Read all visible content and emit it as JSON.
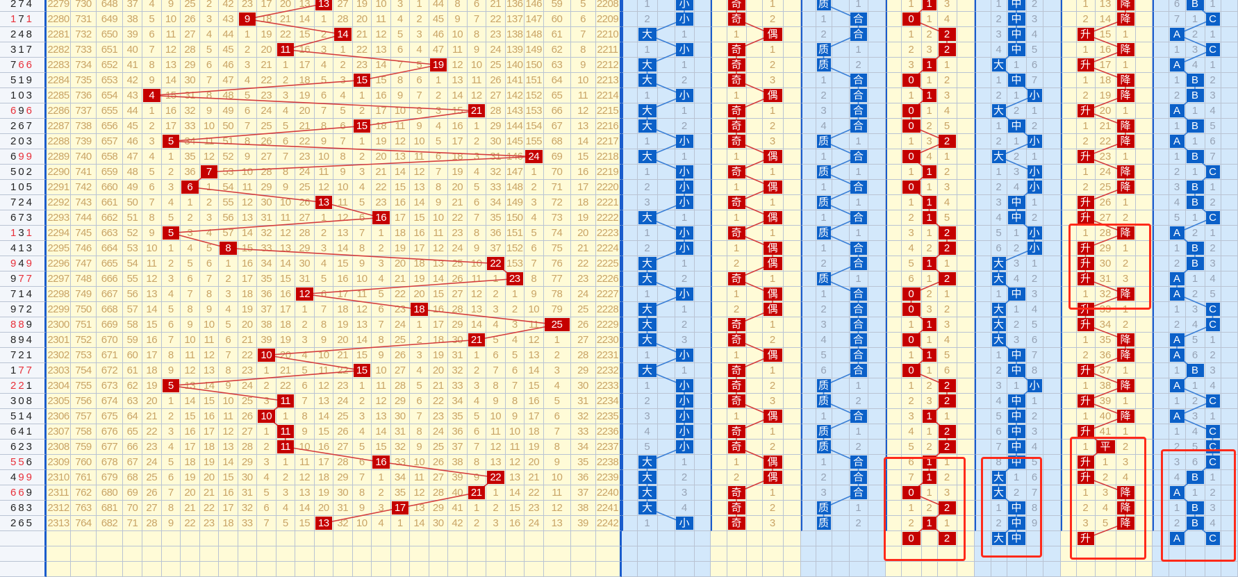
{
  "draws": [
    {
      "digits": "274",
      "sum": 13
    },
    {
      "digits": "171",
      "sum": 9
    },
    {
      "digits": "248",
      "sum": 14
    },
    {
      "digits": "317",
      "sum": 11
    },
    {
      "digits": "766",
      "sum": 19
    },
    {
      "digits": "519",
      "sum": 15
    },
    {
      "digits": "103",
      "sum": 4
    },
    {
      "digits": "696",
      "sum": 21
    },
    {
      "digits": "267",
      "sum": 15
    },
    {
      "digits": "203",
      "sum": 5
    },
    {
      "digits": "699",
      "sum": 24
    },
    {
      "digits": "502",
      "sum": 7
    },
    {
      "digits": "105",
      "sum": 6
    },
    {
      "digits": "724",
      "sum": 13
    },
    {
      "digits": "673",
      "sum": 16
    },
    {
      "digits": "131",
      "sum": 5
    },
    {
      "digits": "413",
      "sum": 8
    },
    {
      "digits": "949",
      "sum": 22
    },
    {
      "digits": "977",
      "sum": 23
    },
    {
      "digits": "714",
      "sum": 12
    },
    {
      "digits": "972",
      "sum": 18
    },
    {
      "digits": "889",
      "sum": 25
    },
    {
      "digits": "894",
      "sum": 21
    },
    {
      "digits": "721",
      "sum": 10
    },
    {
      "digits": "177",
      "sum": 15
    },
    {
      "digits": "221",
      "sum": 5
    },
    {
      "digits": "308",
      "sum": 11
    },
    {
      "digits": "514",
      "sum": 10
    },
    {
      "digits": "641",
      "sum": 11
    },
    {
      "digits": "623",
      "sum": 11
    },
    {
      "digits": "556",
      "sum": 16
    },
    {
      "digits": "499",
      "sum": 22
    },
    {
      "digits": "669",
      "sum": 21
    },
    {
      "digits": "683",
      "sum": 17
    },
    {
      "digits": "265",
      "sum": 13
    }
  ],
  "sum_omission_first_row": [
    2279,
    730,
    648,
    37,
    4,
    9,
    25,
    2,
    42,
    23,
    17,
    20,
    13,
    13,
    27,
    19,
    10,
    3,
    1,
    44,
    8,
    6,
    21,
    136,
    146,
    59,
    5,
    2208
  ],
  "groups": [
    {
      "id": "big-small",
      "states": [
        "大",
        "小"
      ],
      "initial_omission": {
        "大": 1
      },
      "hits": [
        "小",
        "小",
        "大",
        "小",
        "大",
        "大",
        "小",
        "大",
        "大",
        "小",
        "大",
        "小",
        "小",
        "小",
        "大",
        "小",
        "小",
        "大",
        "大",
        "小",
        "大",
        "大",
        "大",
        "小",
        "大",
        "小",
        "小",
        "小",
        "小",
        "小",
        "大",
        "大",
        "大",
        "大",
        "小"
      ],
      "prediction": []
    },
    {
      "id": "odd-even",
      "states": [
        "奇",
        "偶"
      ],
      "initial_omission": {
        "偶": 1
      },
      "hits": [
        "奇",
        "奇",
        "偶",
        "奇",
        "奇",
        "奇",
        "偶",
        "奇",
        "奇",
        "奇",
        "偶",
        "奇",
        "偶",
        "奇",
        "偶",
        "奇",
        "偶",
        "偶",
        "奇",
        "偶",
        "偶",
        "奇",
        "奇",
        "偶",
        "奇",
        "奇",
        "奇",
        "偶",
        "奇",
        "奇",
        "偶",
        "偶",
        "奇",
        "奇",
        "奇"
      ],
      "prediction": []
    },
    {
      "id": "prime-composite",
      "states": [
        "质",
        "合"
      ],
      "initial_omission": {
        "合": 1
      },
      "hits": [
        "质",
        "合",
        "合",
        "质",
        "质",
        "合",
        "合",
        "合",
        "合",
        "质",
        "合",
        "质",
        "合",
        "质",
        "合",
        "质",
        "合",
        "合",
        "质",
        "合",
        "合",
        "合",
        "合",
        "合",
        "合",
        "质",
        "质",
        "合",
        "质",
        "质",
        "合",
        "合",
        "合",
        "质",
        "质"
      ],
      "prediction": []
    },
    {
      "id": "route-012",
      "states": [
        "0",
        "1",
        "2"
      ],
      "initial_omission": {
        "0": 1,
        "2": 3
      },
      "hits": [
        "1",
        "0",
        "2",
        "2",
        "1",
        "0",
        "1",
        "0",
        "0",
        "2",
        "0",
        "1",
        "0",
        "1",
        "1",
        "2",
        "2",
        "1",
        "2",
        "0",
        "0",
        "1",
        "0",
        "1",
        "0",
        "2",
        "2",
        "1",
        "2",
        "2",
        "1",
        "1",
        "0",
        "2",
        "1"
      ],
      "prediction": [
        "0",
        "2"
      ]
    },
    {
      "id": "big-mid-small",
      "states": [
        "大",
        "中",
        "小"
      ],
      "initial_omission": {
        "大": 1,
        "小": 2
      },
      "hits": [
        "中",
        "中",
        "中",
        "中",
        "大",
        "中",
        "小",
        "大",
        "中",
        "小",
        "大",
        "小",
        "小",
        "中",
        "中",
        "小",
        "小",
        "大",
        "大",
        "中",
        "大",
        "大",
        "大",
        "中",
        "中",
        "小",
        "中",
        "中",
        "中",
        "中",
        "中",
        "大",
        "大",
        "中",
        "中"
      ],
      "prediction": [
        "大",
        "中"
      ]
    },
    {
      "id": "rise-flat-fall",
      "states": [
        "升",
        "平",
        "降"
      ],
      "initial_omission": {
        "升": 1,
        "平": 13
      },
      "hits": [
        "降",
        "降",
        "升",
        "降",
        "升",
        "降",
        "降",
        "升",
        "降",
        "降",
        "升",
        "降",
        "降",
        "升",
        "升",
        "降",
        "升",
        "升",
        "升",
        "降",
        "升",
        "升",
        "降",
        "降",
        "升",
        "降",
        "升",
        "降",
        "升",
        "平",
        "升",
        "升",
        "降",
        "降",
        "降"
      ],
      "prediction": [
        "升"
      ]
    },
    {
      "id": "abc",
      "states": [
        "A",
        "B",
        "C"
      ],
      "initial_omission": {
        "A": 6,
        "C": 1
      },
      "hits": [
        "B",
        "C",
        "A",
        "C",
        "A",
        "B",
        "B",
        "A",
        "B",
        "A",
        "B",
        "C",
        "B",
        "B",
        "C",
        "A",
        "B",
        "B",
        "A",
        "A",
        "C",
        "C",
        "A",
        "A",
        "B",
        "A",
        "C",
        "A",
        "C",
        "C",
        "C",
        "B",
        "A",
        "B",
        "B"
      ],
      "prediction": [
        "A",
        "C"
      ]
    }
  ],
  "colors": {
    "hit_red": "#c50000",
    "hit_blue": "#0b60c8",
    "annotation": "#ff2a1a",
    "separator": "#1a5ccc"
  }
}
